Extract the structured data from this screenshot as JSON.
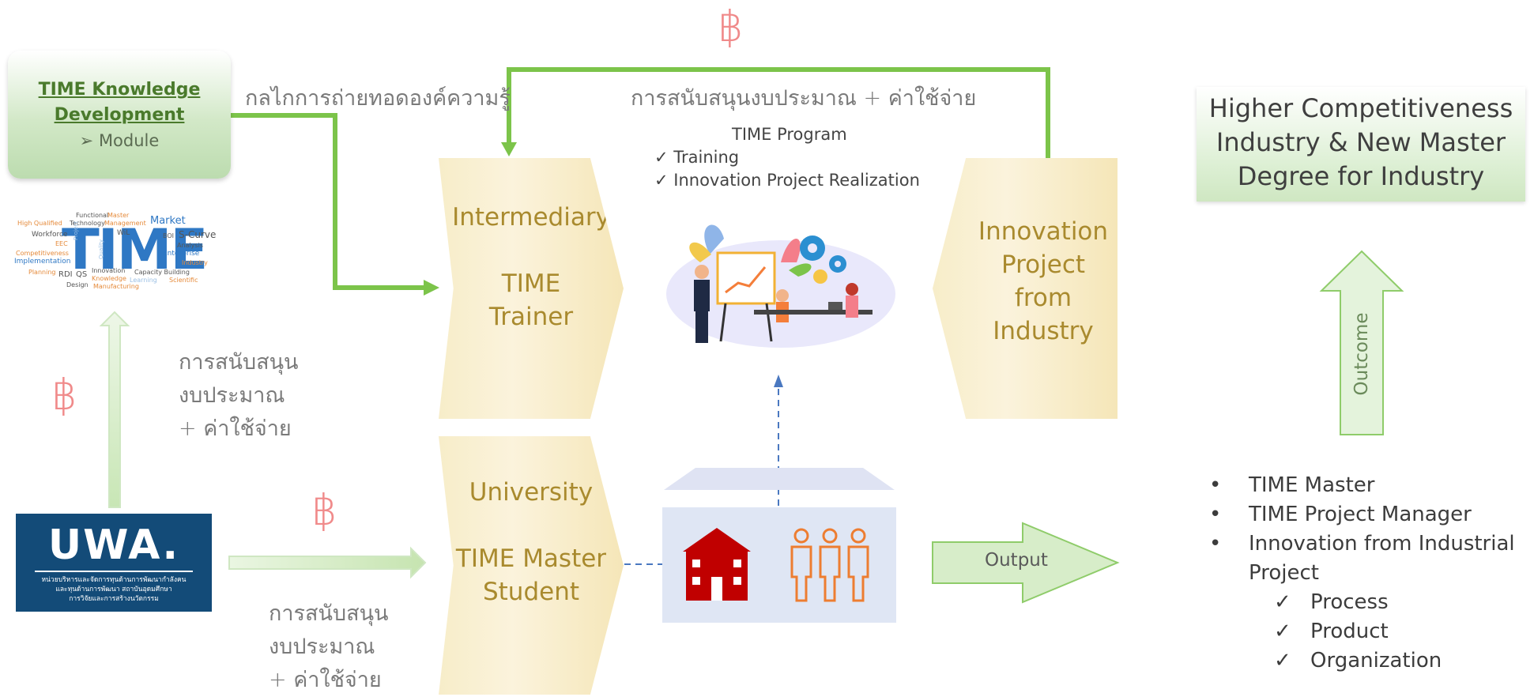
{
  "colors": {
    "arrow_green": "#7cc44a",
    "baht": "#f08a8a",
    "chevron_text": "#a98a2e",
    "upw_blue": "#134b78",
    "school_red": "#c00000",
    "people_orange": "#ed7d31"
  },
  "currency_symbol": "฿",
  "knowledge": {
    "title_line1": "TIME Knowledge",
    "title_line2": "Development",
    "module": "➢ Module"
  },
  "labels": {
    "transfer_mechanism": "กลไกการถ่ายทอดองค์ความรู้",
    "budget_support_top": "การสนับสนุนงบประมาณ + ค่าใช้จ่าย",
    "support_left_1": "การสนับสนุน",
    "support_left_2": "งบประมาณ",
    "support_left_3": "+ ค่าใช้จ่าย",
    "support_bottom_1": "การสนับสนุน",
    "support_bottom_2": "งบประมาณ",
    "support_bottom_3": "+ ค่าใช้จ่าย"
  },
  "wordcloud": {
    "main": "TIME",
    "words": [
      "Functional",
      "Master",
      "High Qualified",
      "Technology",
      "Management",
      "Market",
      "Workforce",
      "WiL",
      "BOI",
      "S-Curve",
      "EEC",
      "Analysis",
      "Competitiveness",
      "Enterprise",
      "Implementation",
      "Industry",
      "Planning",
      "RDI",
      "QS",
      "Innovation",
      "Capacity Building",
      "Knowledge",
      "Learning",
      "Scientific",
      "Design",
      "Manufacturing",
      "Project",
      "Quality"
    ]
  },
  "intermediary": {
    "line1": "Intermediary",
    "line2": "TIME",
    "line3": "Trainer"
  },
  "university": {
    "line1": "University",
    "line2": "TIME Master",
    "line3": "Student"
  },
  "program": {
    "title": "TIME Program",
    "items": [
      "✓  Training",
      "✓  Innovation Project Realization"
    ]
  },
  "innovation": {
    "line1": "Innovation",
    "line2": "Project",
    "line3": "from",
    "line4": "Industry"
  },
  "outcome_box": {
    "line1": "Higher Competitiveness",
    "line2": "Industry & New Master",
    "line3": "Degree for Industry"
  },
  "outcome_arrow_label": "Outcome",
  "output_arrow_label": "Output",
  "results": {
    "bullets": [
      "TIME Master",
      "TIME Project Manager",
      "Innovation from Industrial",
      "Project"
    ],
    "subs": [
      "Process",
      "Product",
      "Organization"
    ]
  },
  "upw": {
    "logo": "UWA.",
    "line1": "หน่วยบริหารและจัดการทุนด้านการพัฒนากำลังคน",
    "line2": "และทุนด้านการพัฒนา สถาบันอุดมศึกษา",
    "line3": "การวิจัยและการสร้างนวัตกรรม"
  }
}
